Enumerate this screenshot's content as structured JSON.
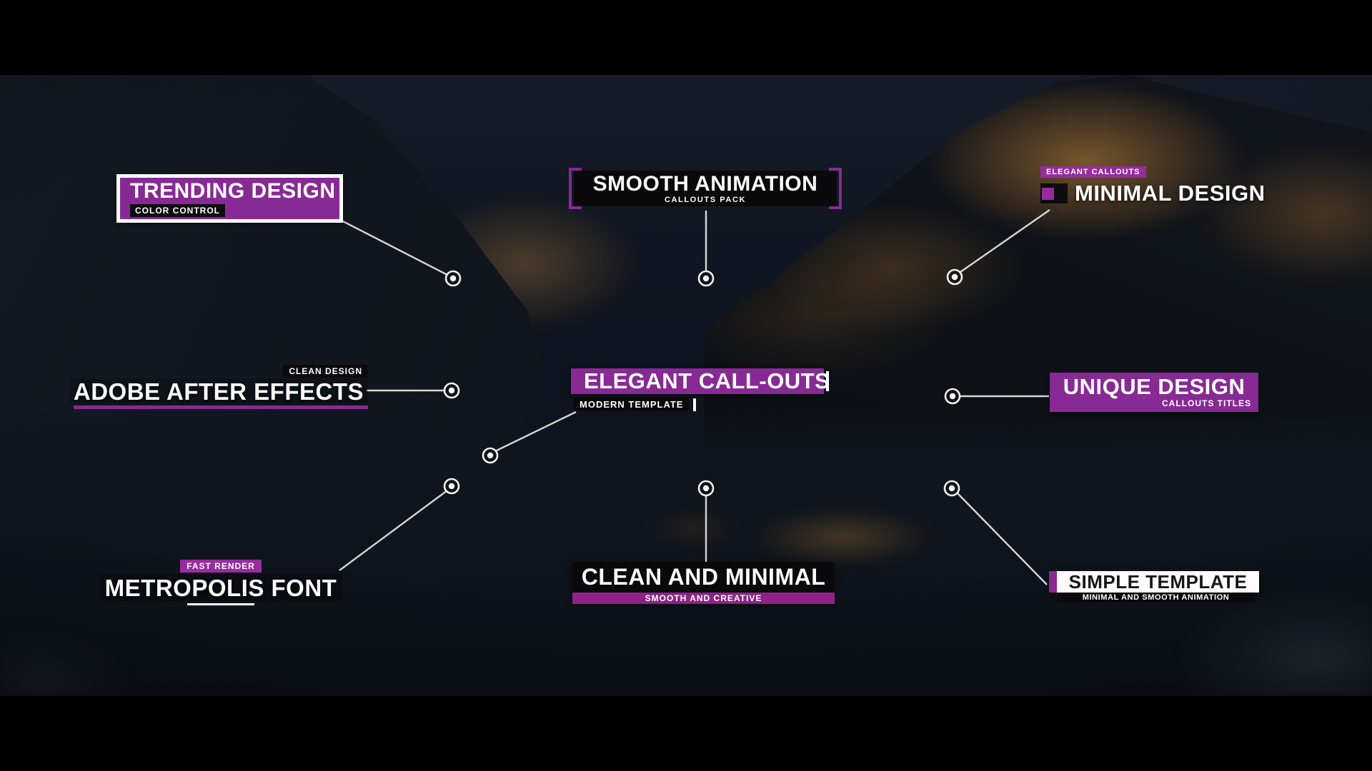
{
  "scene": {
    "kind": "video-frame-preview",
    "letterbox": "black bars top and bottom",
    "background": "dark mountain lake at dusk with sunlit peaks"
  },
  "colors": {
    "purple": "#872a94",
    "purple_bright": "#962d9e",
    "purple_deep": "#8e2385",
    "box_black": "#0a0a0d",
    "box_white": "#fdfdfd",
    "line_white": "#e6e6e6",
    "text_white": "#ffffff",
    "text_dark": "#17171a"
  },
  "callouts": {
    "trending": {
      "title": "TRENDING DESIGN",
      "subtitle": "COLOR CONTROL"
    },
    "smooth": {
      "title": "SMOOTH ANIMATION",
      "subtitle": "CALLOUTS PACK"
    },
    "minimal": {
      "badge": "ELEGANT CALLOUTS",
      "title": "MINIMAL DESIGN"
    },
    "adobe": {
      "badge": "CLEAN DESIGN",
      "title": "ADOBE AFTER EFFECTS"
    },
    "elegant": {
      "title": "ELEGANT CALL-OUTS",
      "subtitle": "MODERN TEMPLATE"
    },
    "unique": {
      "title": "UNIQUE DESIGN",
      "subtitle": "CALLOUTS TITLES"
    },
    "metropolis": {
      "badge": "FAST RENDER",
      "title": "METROPOLIS FONT"
    },
    "clean": {
      "title": "CLEAN AND MINIMAL",
      "subtitle": "SMOOTH AND CREATIVE"
    },
    "simple": {
      "title": "SIMPLE TEMPLATE",
      "subtitle": "MINIMAL AND SMOOTH ANIMATION"
    }
  }
}
